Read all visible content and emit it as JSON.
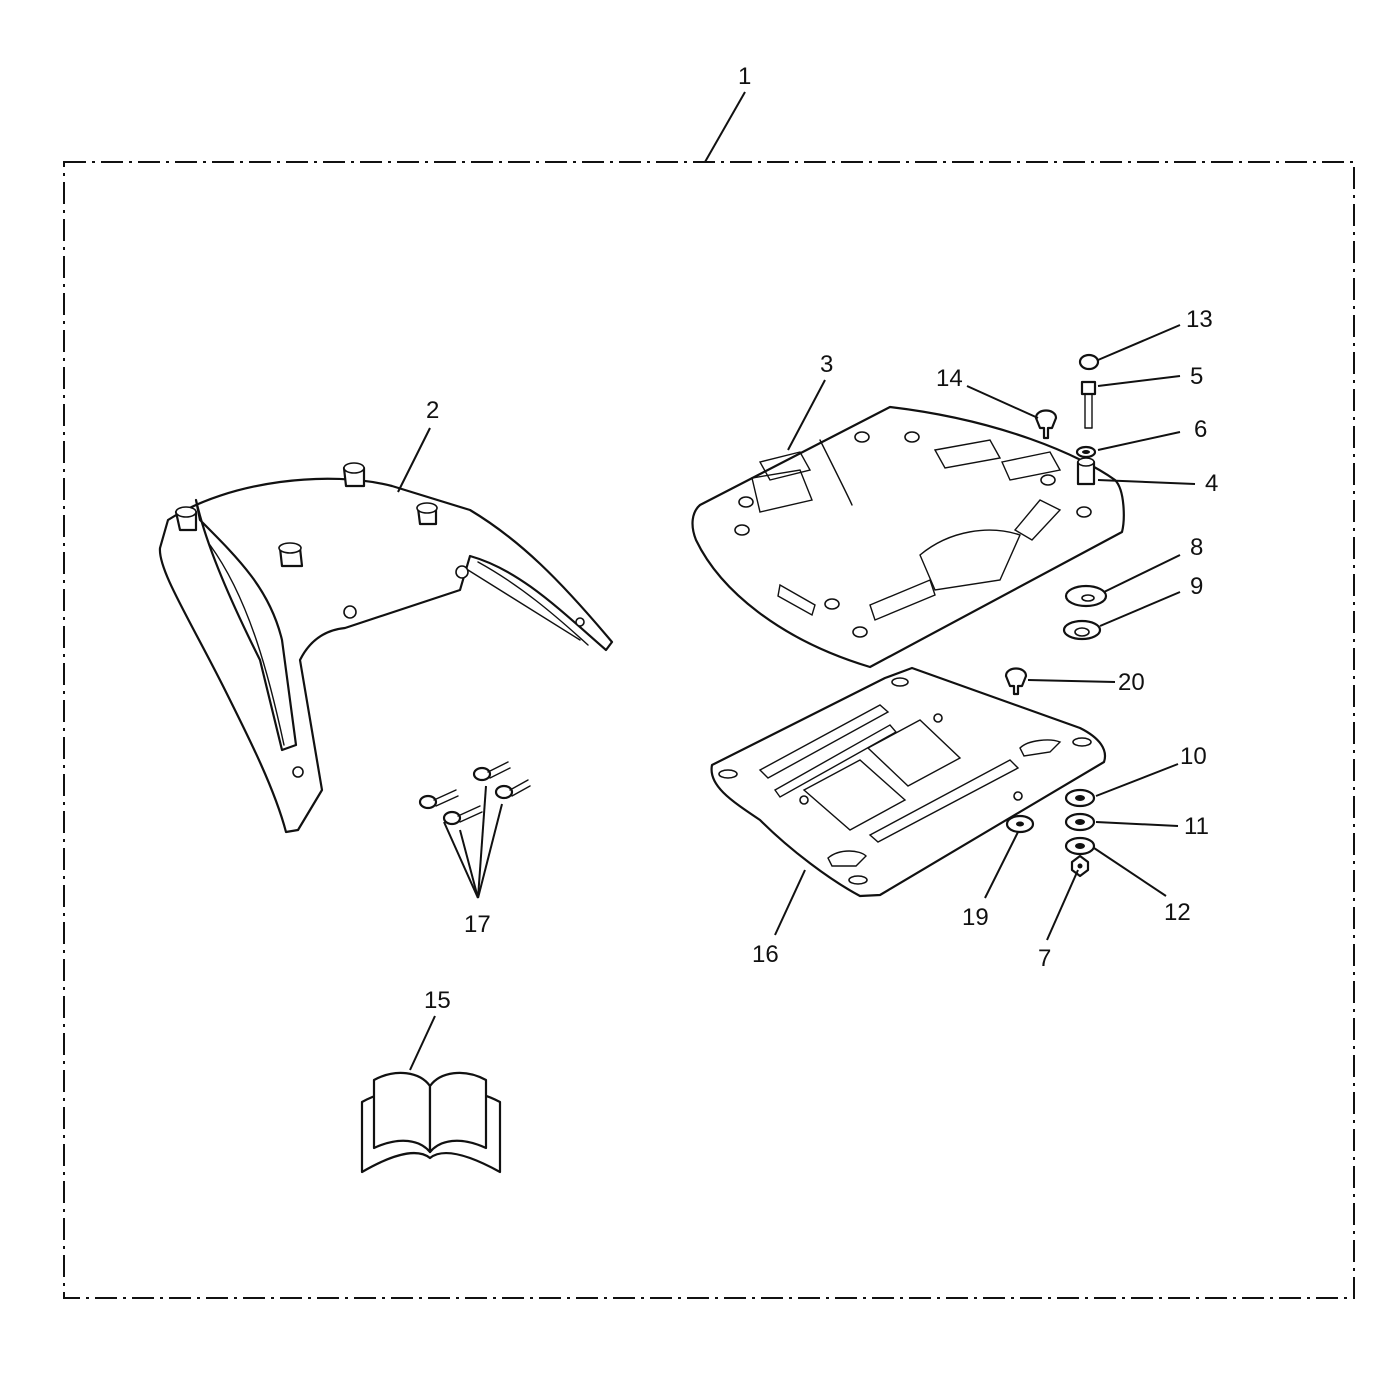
{
  "callouts": {
    "c1": "1",
    "c2": "2",
    "c3": "3",
    "c4": "4",
    "c5": "5",
    "c6": "6",
    "c7": "7",
    "c8": "8",
    "c9": "9",
    "c10": "10",
    "c11": "11",
    "c12": "12",
    "c13": "13",
    "c14": "14",
    "c15": "15",
    "c16": "16",
    "c17": "17",
    "c19": "19",
    "c20": "20"
  },
  "colors": {
    "ink": "#111111",
    "paper": "#ffffff"
  }
}
